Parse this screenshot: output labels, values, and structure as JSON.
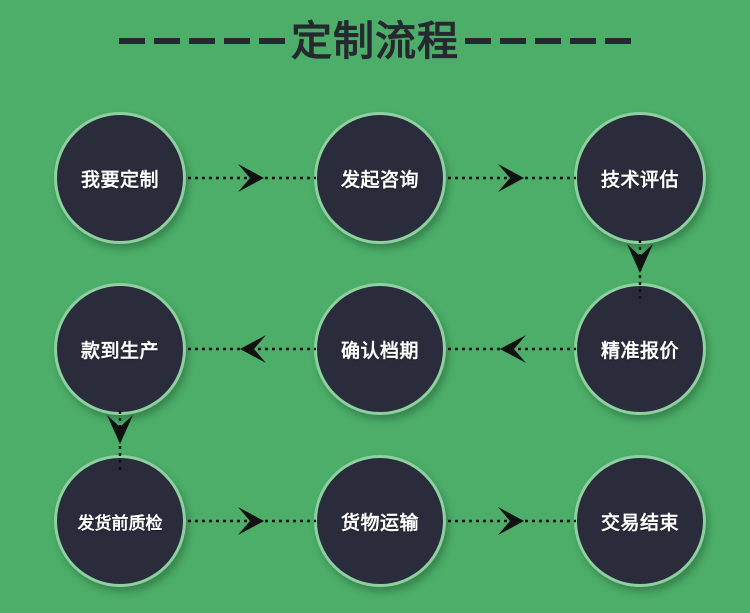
{
  "page": {
    "title": "定制流程",
    "background_color": "#4cae68",
    "node_fill_color": "#2a2c3b",
    "node_ring_color": "#8ed0a0",
    "node_text_color": "#ffffff",
    "title_color": "#25282f",
    "connector_color": "#111111"
  },
  "header": {
    "title": "定制流程",
    "left_dashes": 5,
    "right_dashes": 5
  },
  "nodes": [
    {
      "id": "r1c1",
      "label": "我要定制",
      "row": 1,
      "col": 1
    },
    {
      "id": "r1c2",
      "label": "发起咨询",
      "row": 1,
      "col": 2
    },
    {
      "id": "r1c3",
      "label": "技术评估",
      "row": 1,
      "col": 3
    },
    {
      "id": "r2c1",
      "label": "款到生产",
      "row": 2,
      "col": 1
    },
    {
      "id": "r2c2",
      "label": "确认档期",
      "row": 2,
      "col": 2
    },
    {
      "id": "r2c3",
      "label": "精准报价",
      "row": 2,
      "col": 3
    },
    {
      "id": "r3c1",
      "label": "发货前质检",
      "row": 3,
      "col": 1
    },
    {
      "id": "r3c2",
      "label": "货物运输",
      "row": 3,
      "col": 2
    },
    {
      "id": "r3c3",
      "label": "交易结束",
      "row": 3,
      "col": 3
    }
  ],
  "connectors": [
    {
      "id": "r1-1",
      "from": "r1c1",
      "to": "r1c2",
      "direction": "right",
      "style": "dotted"
    },
    {
      "id": "r1-2",
      "from": "r1c2",
      "to": "r1c3",
      "direction": "right",
      "style": "dotted"
    },
    {
      "id": "v-right",
      "from": "r1c3",
      "to": "r2c3",
      "direction": "down",
      "style": "dotted"
    },
    {
      "id": "r2-2",
      "from": "r2c3",
      "to": "r2c2",
      "direction": "left",
      "style": "dotted"
    },
    {
      "id": "r2-1",
      "from": "r2c2",
      "to": "r2c1",
      "direction": "left",
      "style": "dotted"
    },
    {
      "id": "v-left",
      "from": "r2c1",
      "to": "r3c1",
      "direction": "down",
      "style": "dotted"
    },
    {
      "id": "r3-1",
      "from": "r3c1",
      "to": "r3c2",
      "direction": "right",
      "style": "dotted"
    },
    {
      "id": "r3-2",
      "from": "r3c2",
      "to": "r3c3",
      "direction": "right",
      "style": "dotted"
    }
  ]
}
